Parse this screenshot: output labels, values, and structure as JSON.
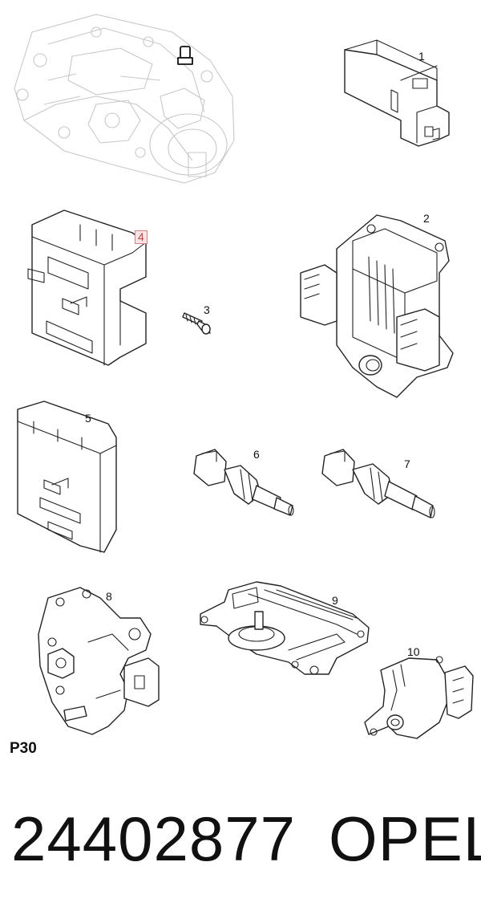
{
  "diagram": {
    "callouts": [
      {
        "id": "1",
        "label": "1"
      },
      {
        "id": "2",
        "label": "2"
      },
      {
        "id": "3",
        "label": "3"
      },
      {
        "id": "4",
        "label": "4",
        "highlighted": true
      },
      {
        "id": "5",
        "label": "5"
      },
      {
        "id": "6",
        "label": "6"
      },
      {
        "id": "7",
        "label": "7"
      },
      {
        "id": "8",
        "label": "8"
      },
      {
        "id": "9",
        "label": "9"
      },
      {
        "id": "10",
        "label": "10"
      }
    ],
    "page_code": "P30",
    "part_number": "24402877",
    "brand": "OPEL",
    "colors": {
      "highlight_border": "#d08080",
      "highlight_fill": "#fbe3e3",
      "line": "#222222",
      "ghost": "#c8c8c8"
    }
  }
}
